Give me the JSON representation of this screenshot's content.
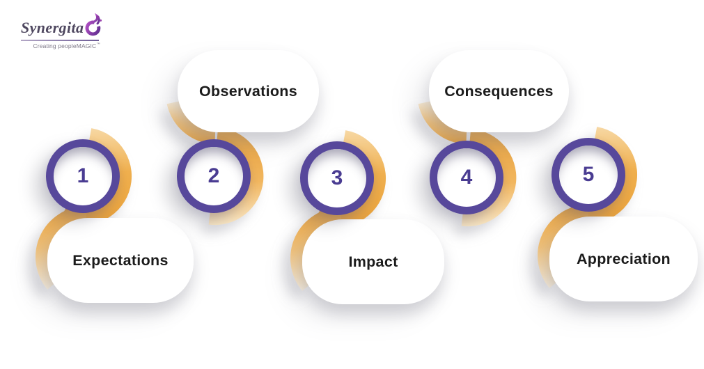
{
  "logo": {
    "name": "Synergita",
    "tagline": "Creating peopleMAGIC",
    "trademark": "™"
  },
  "steps": [
    {
      "number": "1",
      "label": "Expectations"
    },
    {
      "number": "2",
      "label": "Observations"
    },
    {
      "number": "3",
      "label": "Impact"
    },
    {
      "number": "4",
      "label": "Consequences"
    },
    {
      "number": "5",
      "label": "Appreciation"
    }
  ],
  "colors": {
    "ring_purple": "#57489B",
    "number_purple": "#4A3C92",
    "ribbon_orange": "#E9A23C",
    "ribbon_pale": "#FBEFD9",
    "label_dark": "#1B1B1B",
    "logo_purple": "#8D3BA6"
  }
}
